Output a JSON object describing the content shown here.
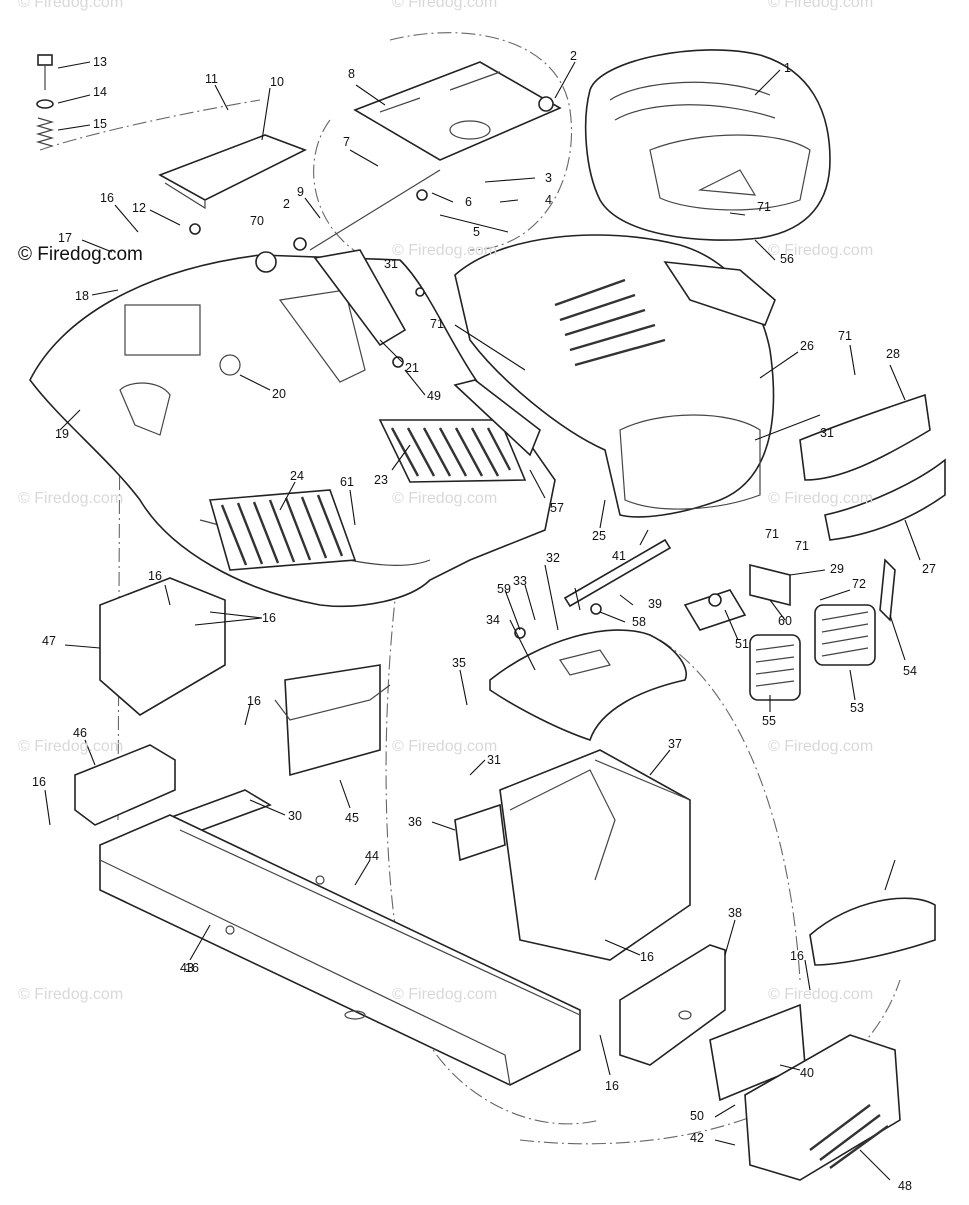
{
  "brand_label": "© Firedog.com",
  "watermark_text": "© Firedog.com",
  "callouts": [
    "1",
    "2",
    "2",
    "3",
    "4",
    "5",
    "6",
    "7",
    "8",
    "9",
    "10",
    "11",
    "12",
    "13",
    "14",
    "15",
    "16",
    "16",
    "16",
    "16",
    "16",
    "16",
    "16",
    "16",
    "16",
    "17",
    "18",
    "19",
    "20",
    "21",
    "23",
    "24",
    "25",
    "26",
    "27",
    "28",
    "29",
    "30",
    "31",
    "31",
    "31",
    "32",
    "33",
    "34",
    "35",
    "36",
    "37",
    "38",
    "39",
    "40",
    "41",
    "42",
    "43",
    "44",
    "45",
    "46",
    "47",
    "48",
    "49",
    "50",
    "51",
    "53",
    "54",
    "55",
    "56",
    "57",
    "58",
    "59",
    "60",
    "61",
    "70",
    "71",
    "71",
    "71",
    "71",
    "71",
    "72"
  ]
}
